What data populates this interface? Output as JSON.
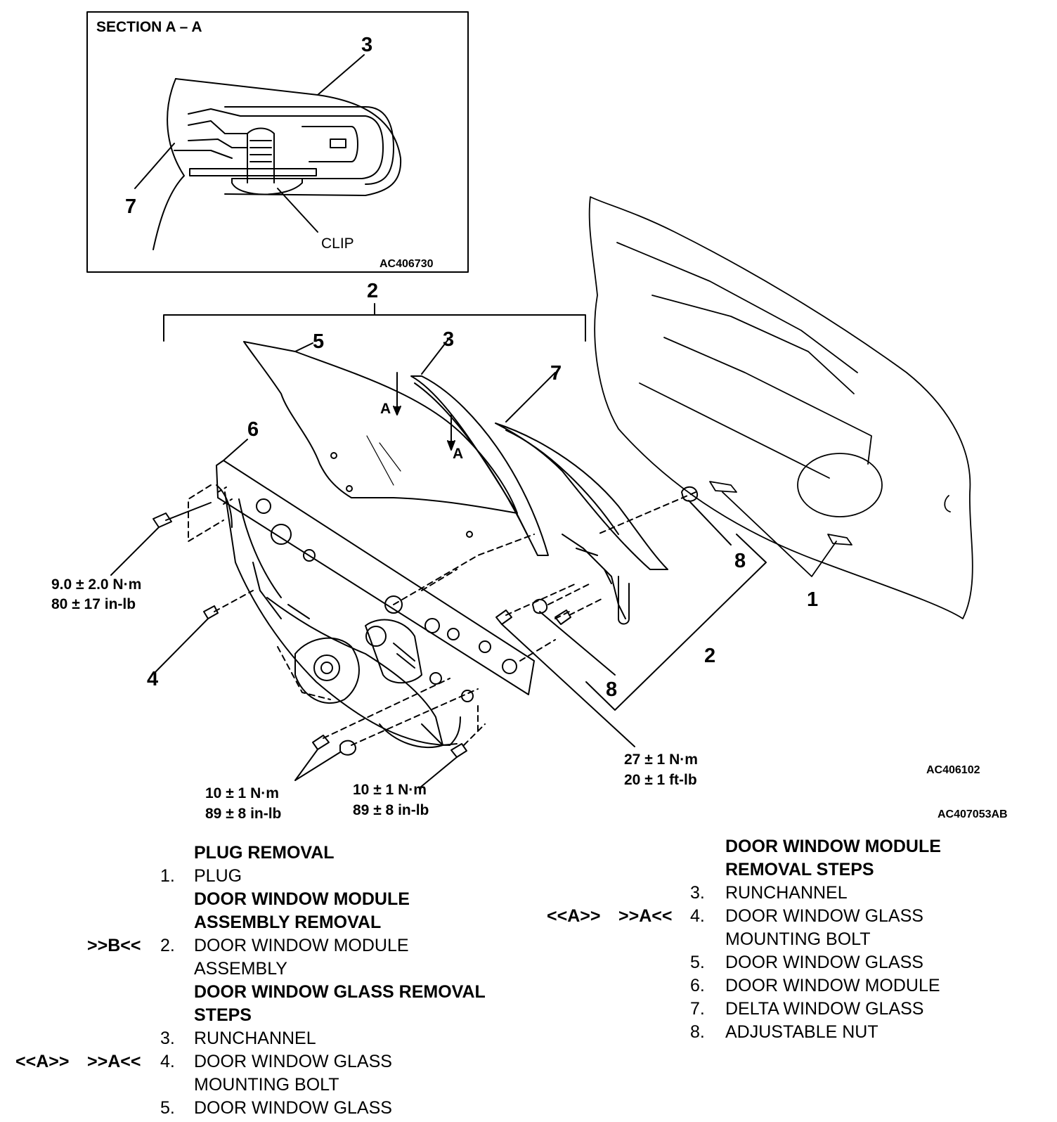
{
  "diagram": {
    "inset": {
      "title": "SECTION A – A",
      "labels": {
        "part3": "3",
        "part7": "7"
      },
      "clip_label": "CLIP",
      "code": "AC406730"
    },
    "callouts": {
      "assembly_top": "2",
      "assembly_side": "2",
      "glass": "5",
      "runchannel": "3",
      "delta": "7",
      "module": "6",
      "bolt": "4",
      "nut_upper": "8",
      "nut_lower": "8",
      "plug": "1",
      "section_mark_1": "A",
      "section_mark_2": "A"
    },
    "torques": {
      "t1": {
        "nm": "9.0 ± 2.0 N·m",
        "imperial": "80 ± 17 in-lb"
      },
      "t2": {
        "nm": "10 ± 1 N·m",
        "imperial": "89 ± 8 in-lb"
      },
      "t3": {
        "nm": "10 ± 1 N·m",
        "imperial": "89 ± 8 in-lb"
      },
      "t4": {
        "nm": "27 ± 1 N·m",
        "imperial": "20 ± 1 ft-lb"
      }
    },
    "codes": {
      "door": "AC406102",
      "figure": "AC407053AB"
    }
  },
  "steps_left": [
    {
      "heading": "PLUG REMOVAL"
    },
    {
      "num": "1.",
      "text": "PLUG"
    },
    {
      "heading": "DOOR WINDOW MODULE"
    },
    {
      "heading": "ASSEMBLY REMOVAL"
    },
    {
      "m2": ">>B<<",
      "num": "2.",
      "text": "DOOR WINDOW MODULE"
    },
    {
      "text": "ASSEMBLY"
    },
    {
      "heading": "DOOR WINDOW GLASS REMOVAL"
    },
    {
      "heading": "STEPS"
    },
    {
      "num": "3.",
      "text": "RUNCHANNEL"
    },
    {
      "m1": "<<A>>",
      "m2": ">>A<<",
      "num": "4.",
      "text": "DOOR WINDOW GLASS"
    },
    {
      "text": "MOUNTING BOLT"
    },
    {
      "num": "5.",
      "text": "DOOR WINDOW GLASS"
    }
  ],
  "steps_right": [
    {
      "heading": "DOOR WINDOW MODULE"
    },
    {
      "heading": "REMOVAL STEPS"
    },
    {
      "num": "3.",
      "text": "RUNCHANNEL"
    },
    {
      "m1": "<<A>>",
      "m2": ">>A<<",
      "num": "4.",
      "text": "DOOR WINDOW GLASS"
    },
    {
      "text": "MOUNTING BOLT"
    },
    {
      "num": "5.",
      "text": "DOOR WINDOW GLASS"
    },
    {
      "num": "6.",
      "text": "DOOR WINDOW MODULE"
    },
    {
      "num": "7.",
      "text": "DELTA WINDOW GLASS"
    },
    {
      "num": "8.",
      "text": "ADJUSTABLE NUT"
    }
  ]
}
